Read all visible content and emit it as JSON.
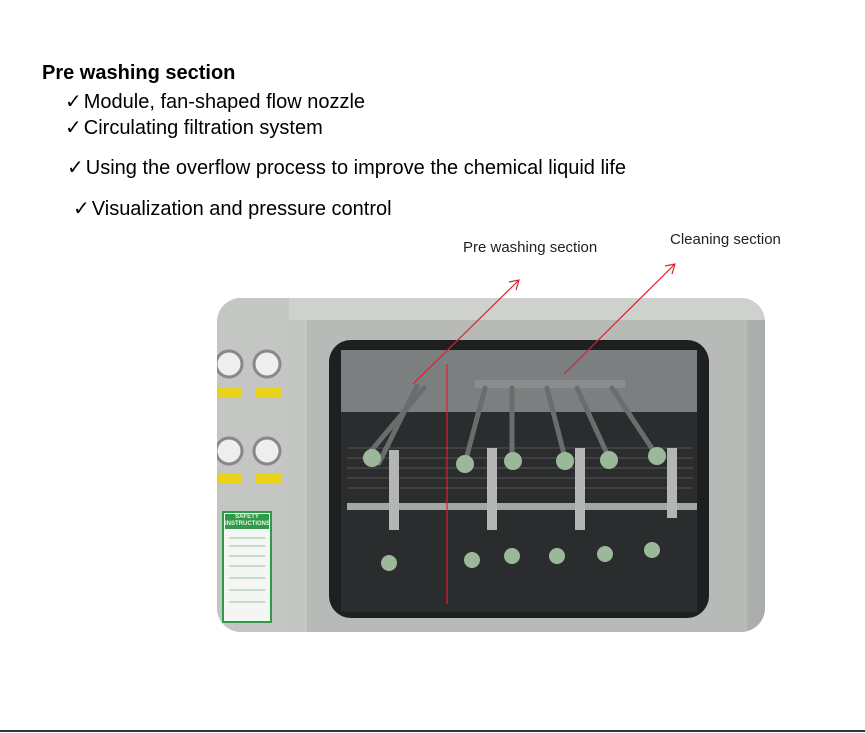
{
  "heading": "Pre washing section",
  "bullets": [
    {
      "icon": "check-mark-icon",
      "mark": "✓",
      "text": "Module, fan-shaped flow nozzle"
    },
    {
      "icon": "check-mark-icon",
      "mark": "✓",
      "text": "Circulating filtration system"
    },
    {
      "icon": "check-mark-icon",
      "mark": "✓",
      "text": "Using the overflow process to improve the chemical liquid life"
    },
    {
      "icon": "check-mark-icon",
      "mark": "✓",
      "text": "Visualization and pressure control"
    }
  ],
  "annotations": {
    "pre_washing": "Pre washing section",
    "cleaning": "Cleaning section",
    "arrow_color": "#e0202a"
  },
  "photo": {
    "safety_label": "SAFETY INSTRUCTIONS"
  }
}
